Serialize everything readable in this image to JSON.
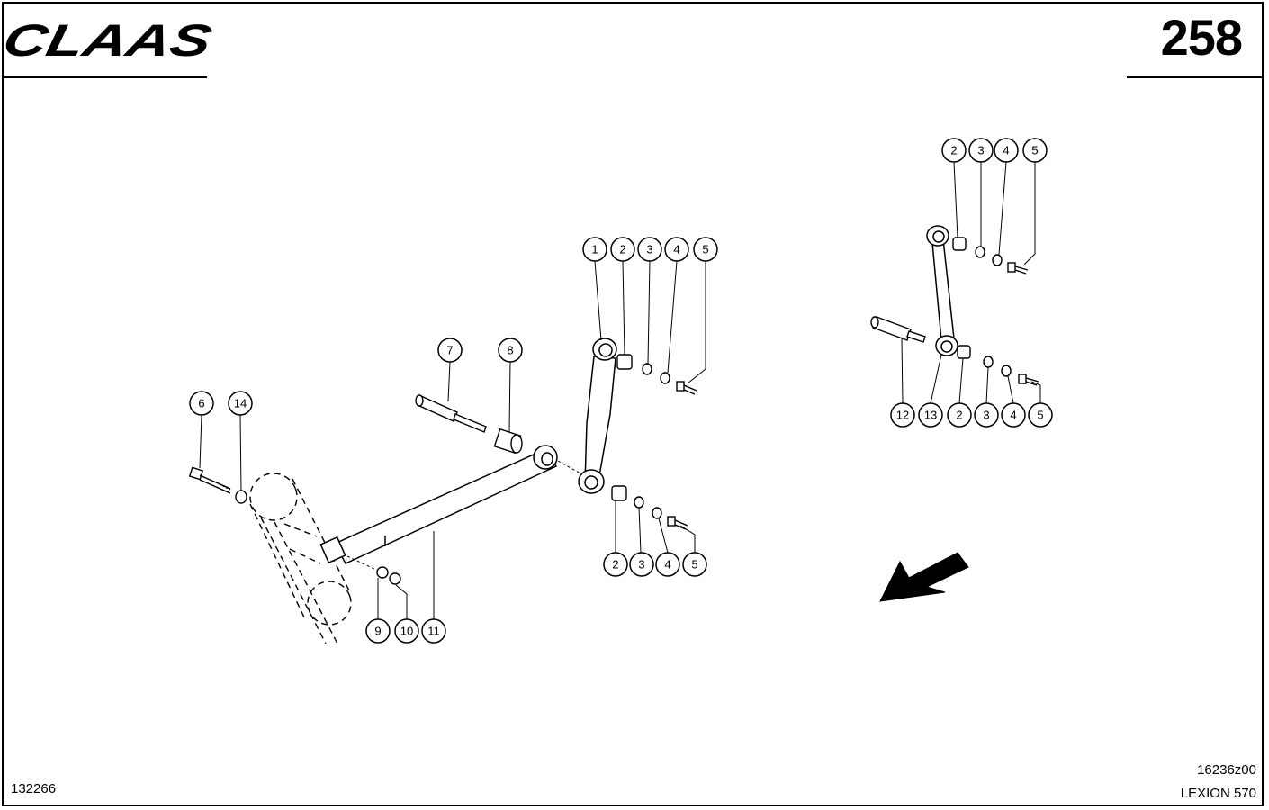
{
  "header": {
    "brand": "CLAAS",
    "page_number": "258"
  },
  "footer": {
    "drawing_id": "132266",
    "doc_code": "16236z00",
    "model": "LEXION 570"
  },
  "callouts": [
    "1",
    "2",
    "3",
    "4",
    "5",
    "2",
    "3",
    "4",
    "5",
    "6",
    "14",
    "7",
    "8",
    "9",
    "10",
    "11",
    "2",
    "3",
    "4",
    "5",
    "12",
    "13",
    "2",
    "3",
    "4",
    "5"
  ]
}
